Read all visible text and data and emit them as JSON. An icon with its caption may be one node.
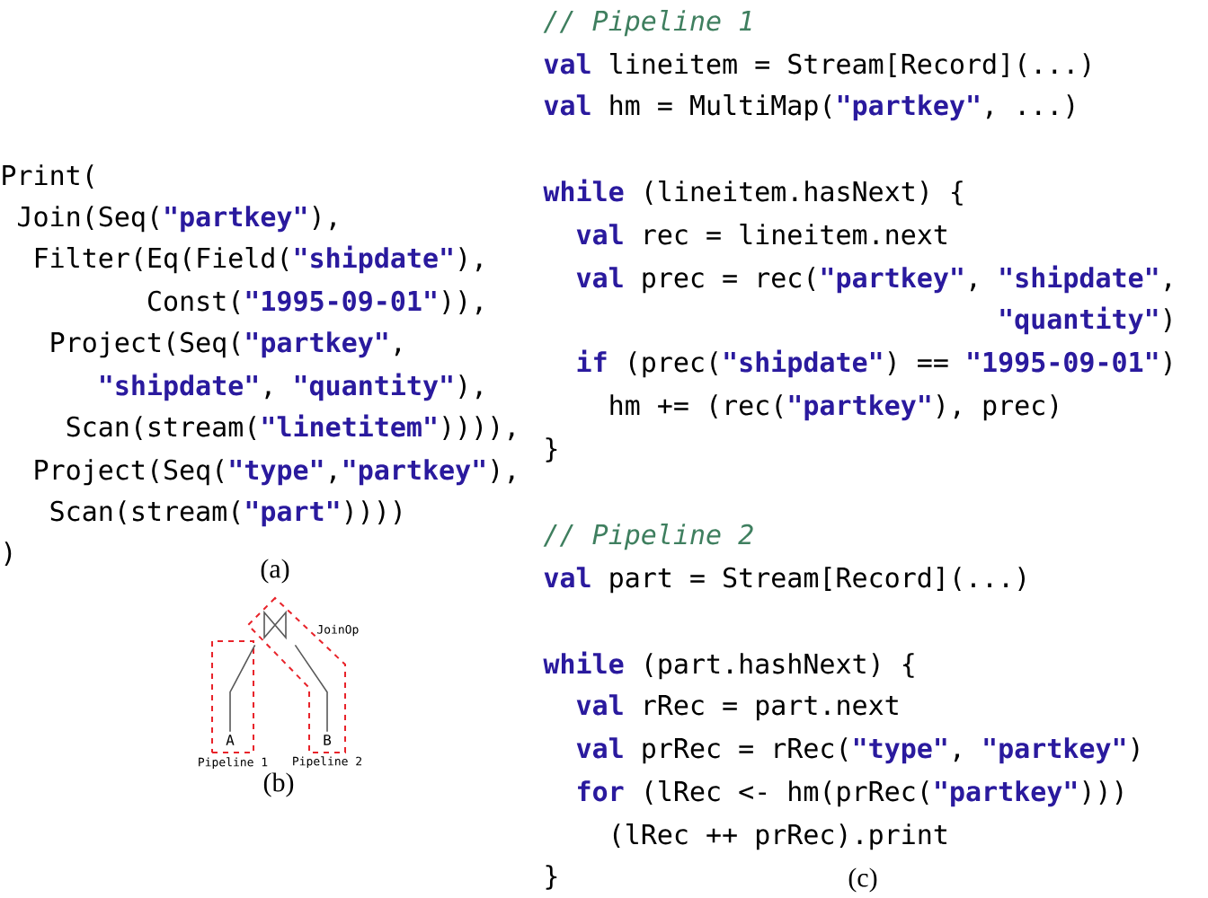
{
  "diagram": {
    "nodes": [
      {
        "text": [
          "Pipeline 1"
        ]
      },
      {
        "text": [
          "Pipeline 2"
        ]
      },
      {
        "text": [],
        "shape": "bowtie",
        "in": 1
      },
      {
        "text": [
          "A"
        ],
        "in": 0
      },
      {
        "text": [
          "B"
        ],
        "in": 1
      }
    ],
    "edges": [
      {
        "from": 3,
        "to": 2,
        "arrow": "none"
      },
      {
        "from": 4,
        "to": 2,
        "arrow": "none"
      }
    ],
    "labels": [
      "Print(",
      "Join(Seq(**\"partkey\"**),",
      "Filter(Eq(Field(**\"shipdate\"**),",
      "Const(**\"1995-09-01\"**)),",
      "Project(Seq(**\"partkey\"**,",
      "**\"shipdate\"**, **\"quantity\"**),",
      "Scan(stream(**\"linetitem\"**)))),",
      "Project(Seq(**\"type\"**,**\"partkey\"**),",
      "Scan(stream(**\"part\"**))))",
      ")",
      "(a)",
      "JoinOp",
      "(b)",
      "// Pipeline 1",
      "**val** lineitem = Stream[Record](...)",
      "**val** hm = MultiMap(**\"partkey\"**, ...)",
      "**while** (lineitem.hasNext) {",
      "**val** rec = lineitem.next",
      "**val** prec = rec(**\"partkey\"**, **\"shipdate\"**,",
      "**\"quantity\"**)",
      "**if** (prec(**\"shipdate\"**) == **\"1995-09-01\"**)",
      "hm += (rec(**\"partkey\"**), prec)",
      "}",
      "// Pipeline 2",
      "**val** part = Stream[Record](...)",
      "**while** (part.hashNext) {",
      "**val** rRec = part.next",
      "**val** prRec = rRec(**\"type\"**, **\"partkey\"**)",
      "**for** (lRec <- hm(prRec(**\"partkey\"**)))",
      "(lRec ++ prRec).print",
      "}",
      "(c)"
    ]
  }
}
